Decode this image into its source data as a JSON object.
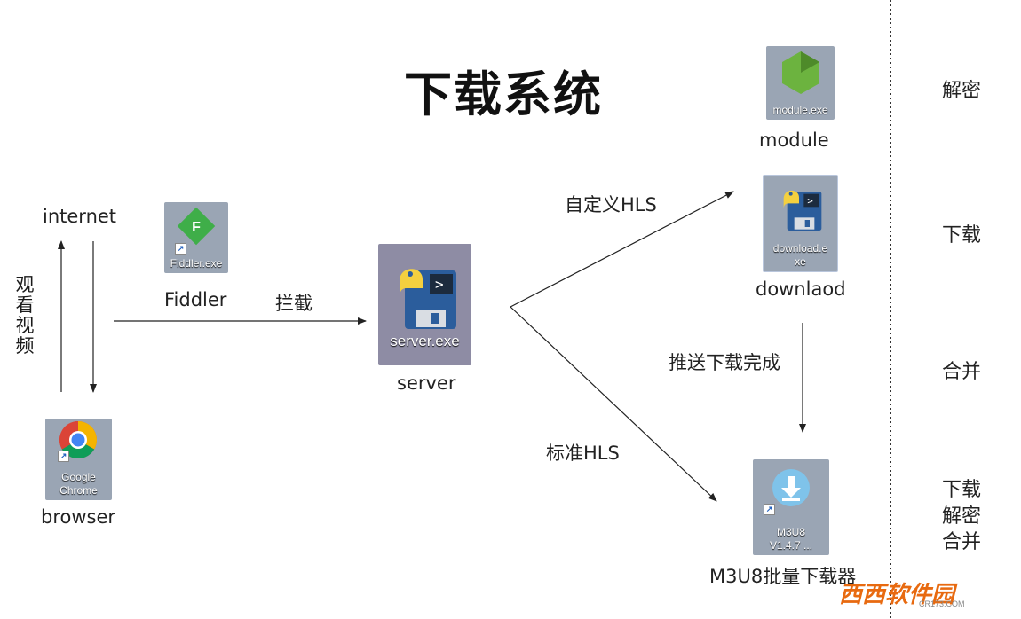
{
  "title": "下载系统",
  "nodes": {
    "internet": {
      "label": "internet"
    },
    "browser": {
      "label": "browser",
      "icon_caption_line1": "Google",
      "icon_caption_line2": "Chrome"
    },
    "fiddler": {
      "label": "Fiddler",
      "icon_caption": "Fiddler.exe",
      "icon_letter": "F"
    },
    "server": {
      "label": "server",
      "icon_caption": "server.exe"
    },
    "module": {
      "label": "module",
      "icon_caption": "module.exe"
    },
    "download": {
      "label": "downlaod",
      "icon_caption_line1": "download.e",
      "icon_caption_line2": "xe"
    },
    "m3u8": {
      "label": "M3U8批量下载器",
      "icon_caption_line1": "M3U8",
      "icon_caption_line2": "V1.4.7 ..."
    }
  },
  "edges": {
    "watch_video": "观看视频",
    "intercept": "拦截",
    "custom_hls": "自定义HLS",
    "standard_hls": "标准HLS",
    "push_done": "推送下载完成"
  },
  "side_labels": {
    "decrypt": "解密",
    "download": "下载",
    "merge": "合并",
    "combo_1": "下载",
    "combo_2": "解密",
    "combo_3": "合并"
  },
  "watermark": {
    "text": "西西软件园",
    "sub": "CR173.COM"
  },
  "colors": {
    "line": "#222222",
    "divider": "#333333",
    "python_blue": "#3a6fb0",
    "python_yellow": "#f4d03f",
    "fiddler_green": "#3fae49",
    "node_green": "#6cb33f",
    "accent_orange": "#e86a10"
  }
}
